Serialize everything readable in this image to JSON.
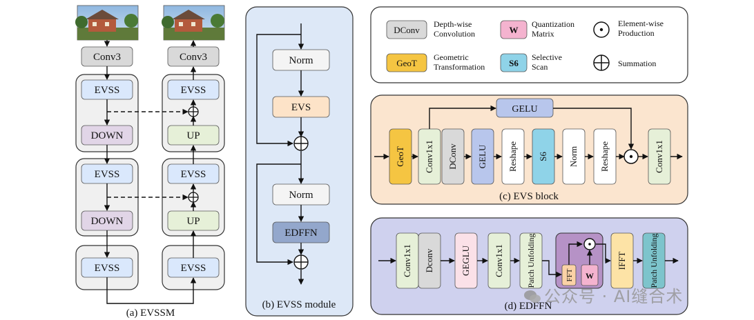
{
  "colors": {
    "gray": "#d9d9d9",
    "blue": "#dae8fc",
    "purple": "#e1d5e7",
    "green": "#e6f0d8",
    "orange": "#fde3c8",
    "geot": "#f5c542",
    "s6": "#8fd3e8",
    "gelu_blue": "#b8c6ec",
    "edffn": "#93a7cc",
    "panel_blue": "#dde8f7",
    "panel_orange": "#fbe5cf",
    "panel_purple": "#cfd1ee",
    "gray_panel": "#f0f0f0",
    "patch_teal": "#7dc4cc",
    "fft_orange": "#fbd2a6",
    "w_pink": "#f4b3cf",
    "inner_purple": "#b692c6"
  },
  "icons": [
    "element-wise-production-icon",
    "summation-icon"
  ],
  "evssm": {
    "caption": "(a) EVSSM",
    "conv3_label": "Conv3",
    "evss_label": "EVSS",
    "down_label": "DOWN",
    "up_label": "UP"
  },
  "evss_module": {
    "caption": "(b) EVSS module",
    "norm_label": "Norm",
    "evs_label": "EVS",
    "edffn_label": "EDFFN"
  },
  "legend": {
    "dconv": {
      "symbol": "DConv",
      "text1": "Depth-wise",
      "text2": "Convolution"
    },
    "geot": {
      "symbol": "GeoT",
      "text1": "Geometric",
      "text2": "Transformation"
    },
    "w": {
      "symbol": "W",
      "text1": "Quantization",
      "text2": "Matrix"
    },
    "s6": {
      "symbol": "S6",
      "text1": "Selective",
      "text2": "Scan"
    },
    "ewp": {
      "text1": "Element-wise",
      "text2": "Production"
    },
    "sum": {
      "text1": "Summation"
    }
  },
  "evs_block": {
    "caption": "(c) EVS block",
    "gelu_top": "GELU",
    "items": [
      "GeoT",
      "Conv1x1",
      "DConv",
      "GELU",
      "Reshape",
      "S6",
      "Norm",
      "Reshape",
      "Conv1x1"
    ]
  },
  "edffn": {
    "caption": "(d) EDFFN",
    "items": [
      "Conv1x1",
      "Dconv",
      "GEGLU",
      "Conv1x1",
      "Patch Unfolding",
      "FFT",
      "W",
      "IFFT",
      "Patch Unfolding"
    ]
  },
  "watermark": "公众号 · AI缝合术"
}
